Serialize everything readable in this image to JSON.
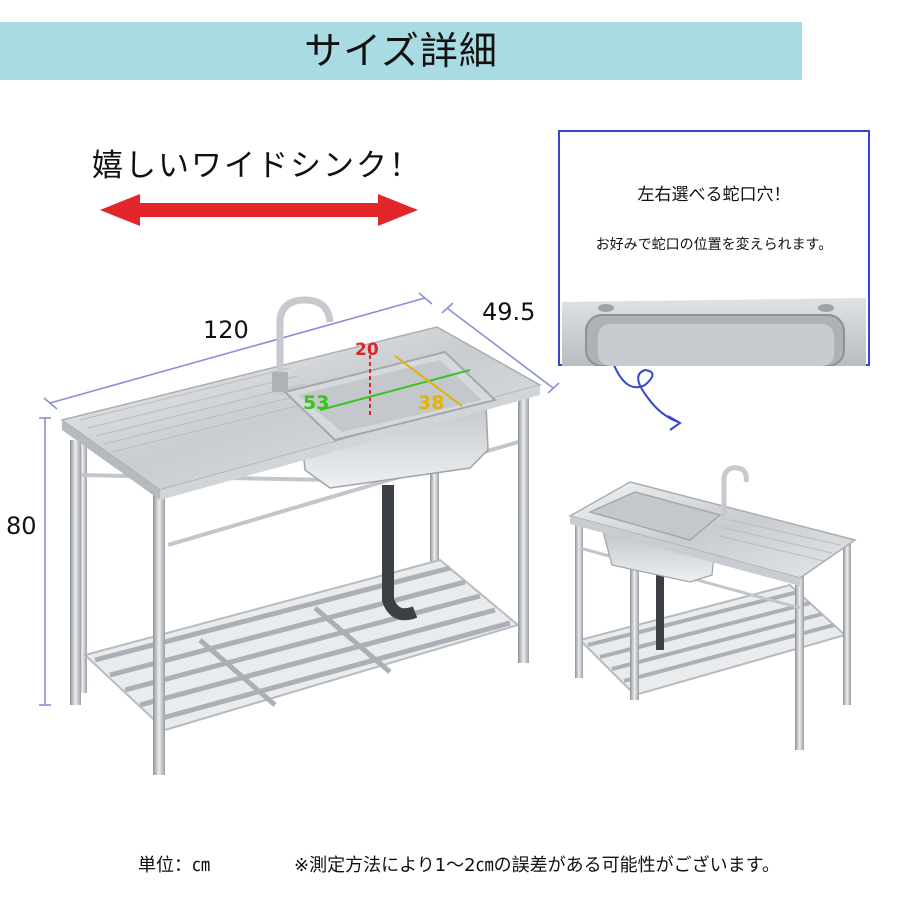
{
  "header": {
    "title": "サイズ詳細"
  },
  "tagline": "嬉しいワイドシンク！",
  "dimensions": {
    "width": "120",
    "depth": "49.5",
    "height": "80",
    "basin_depth": "20",
    "basin_width": "53",
    "basin_length": "38"
  },
  "panel": {
    "title": "左右選べる蛇口穴！",
    "subtitle": "お好みで蛇口の位置を変えられます。"
  },
  "footer": {
    "unit": "単位：㎝",
    "note": "※測定方法により1～2㎝の誤差がある可能性がございます。"
  },
  "colors": {
    "banner": "#a8dbe2",
    "arrow": "#e3262a",
    "panel_border": "#3a46c8",
    "dim_line": "#8a8fd6",
    "basin_depth": "#d9262b",
    "basin_width": "#3cc21e",
    "basin_length": "#e0b400"
  }
}
